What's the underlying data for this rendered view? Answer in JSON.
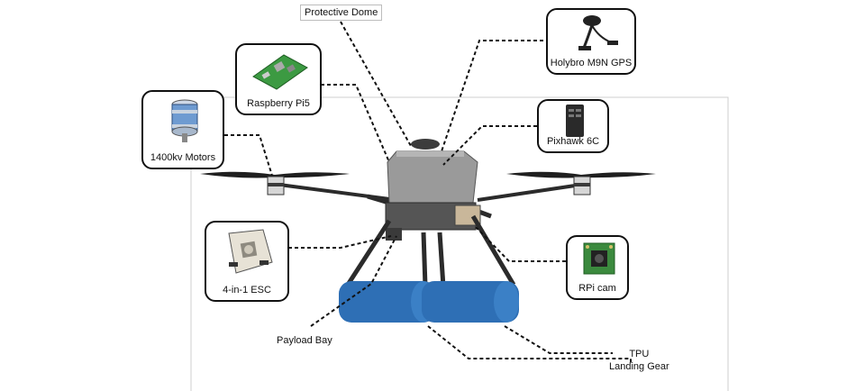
{
  "labels": {
    "protective_dome": "Protective Dome",
    "holybro_gps": "Holybro M9N GPS",
    "raspberry_pi": "Raspberry Pi5",
    "pixhawk": "Pixhawk 6C",
    "motors": "1400kv Motors",
    "esc": "4-in-1 ESC",
    "rpi_cam": "RPi cam",
    "payload_bay": "Payload Bay",
    "landing_gear_line1": "TPU",
    "landing_gear_line2": "Landing Gear"
  },
  "colors": {
    "frame": "#2b2b2b",
    "dome": "#9a9a9a",
    "floats": "#2e6fb5",
    "leader": "#111111",
    "panel_border": "#cfcfcf"
  },
  "icons": [
    "raspberry-pi-board-icon",
    "gps-antenna-icon",
    "pixhawk-controller-icon",
    "brushless-motor-icon",
    "esc-board-icon",
    "camera-module-icon"
  ]
}
